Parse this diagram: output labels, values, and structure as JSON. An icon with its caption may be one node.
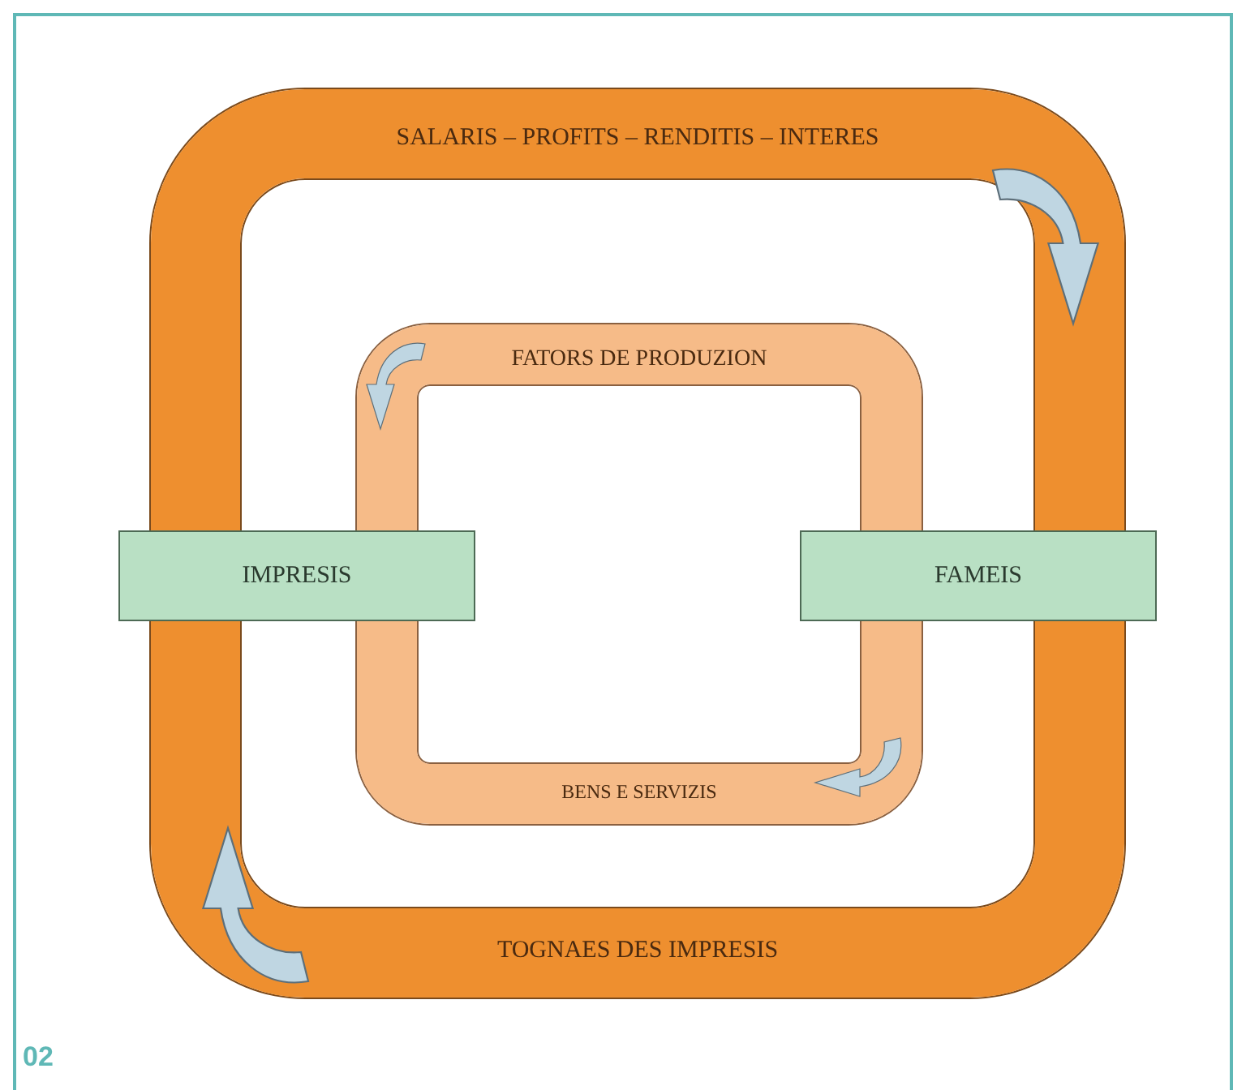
{
  "diagram": {
    "nodes": [
      {
        "text": [
          "SALARIS – PROFITS – RENDITIS – INTERES",
          "TOGNAES DES IMPRESIS"
        ]
      },
      {
        "text": [
          "FATORS DE PRODUZION",
          "BENS E SERVIZIS"
        ],
        "in": 0
      },
      {
        "text": [
          "IMPRESIS"
        ]
      },
      {
        "text": [
          "FAMEIS"
        ]
      }
    ],
    "labels": [
      "02"
    ]
  }
}
